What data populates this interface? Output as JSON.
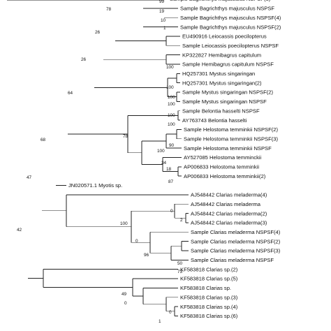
{
  "tree": {
    "taxa": [
      "Sample Bagrichthys majusculus NSPSF(3)",
      "Sample Bagrichthys majusculus NSPSF",
      "Sample Bagrichthys majusculus NSPSF(4)",
      "Sample Bagrichthys majusculus NSPSF(2)",
      "EU490916 Leiocassis poecilopterus",
      "Sample Leiocassis poecilopterus NSPSF",
      "KP322827 Hemibagrus capitulum",
      "Sample Hemibagrus capitulum NSPSF",
      "HQ257301 Mystus singaringan",
      "HQ257301 Mystus singaringan(2)",
      "Sample Mystus singaringan NSPSF(2)",
      "Sample Mystus singaringan NSPSF",
      "Sample Belontia hasselti NSPSF",
      "AY763743 Belontia hasselti",
      "Sample Helostoma temminkii NSPSF(2)",
      "Sample Helostoma temminkii NSPSF(3)",
      "Sample Helostoma temminkii NSPSF",
      "AY527085 Helostoma temminckii",
      "AP006833 Helostoma temminkii",
      "AP006833 Helostoma temminkii(2)",
      "JN020571.1 Myotis sp.",
      "AJ548442 Clarias meladerma(4)",
      "AJ548442 Clarias meladerma",
      "AJ548442 Clarias meladerma(2)",
      "AJ548442 Clarias meladerma(3)",
      "Sample Clarias meladerma NSPSF(4)",
      "Sample Clarias meladerma NSPSF(2)",
      "Sample Clarias meladerma NSPSF(3)",
      "Sample Clarias meladerma NSPSF",
      "KF583818 Clarias sp.(2)",
      "KF583818 Clarias sp.(5)",
      "KF583818 Clarias sp.",
      "KF583818 Clarias sp.(3)",
      "KF583818 Clarias sp.(4)",
      "KF583818 Clarias sp.(6)"
    ],
    "support_values": [
      "99",
      "19",
      "10",
      "1",
      "78",
      "26",
      "64",
      "26",
      "100",
      "100",
      "100",
      "100",
      "100",
      "100",
      "90",
      "100",
      "78",
      "34",
      "87",
      "18",
      "68",
      "47",
      "0",
      "2",
      "100",
      "0",
      "96",
      "50",
      "73",
      "42",
      "49",
      "0",
      "1",
      "0"
    ]
  }
}
